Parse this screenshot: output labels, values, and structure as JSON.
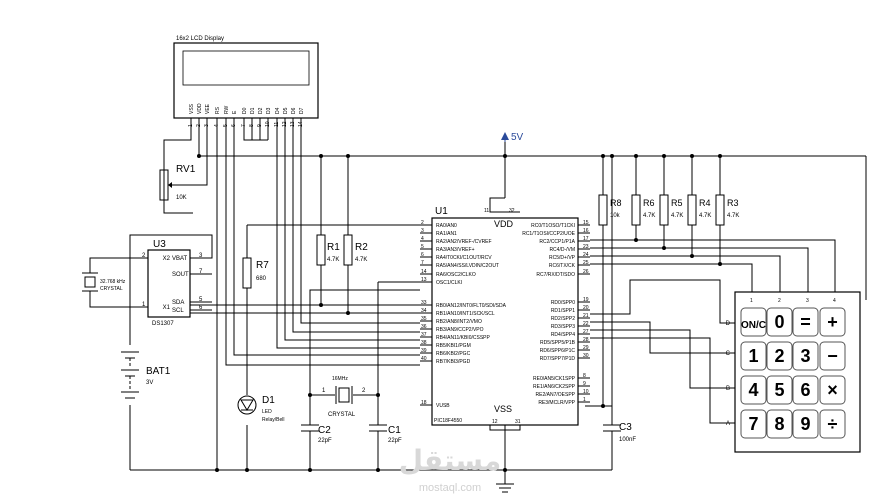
{
  "lcd": {
    "title": "16x2 LCD Display",
    "pins": [
      "VSS",
      "VDD",
      "VEE",
      "RS",
      "RW",
      "E",
      "D0",
      "D1",
      "D2",
      "D3",
      "D4",
      "D5",
      "D6",
      "D7"
    ],
    "pin_numbers": [
      "1",
      "2",
      "3",
      "4",
      "5",
      "6",
      "7",
      "8",
      "9",
      "10",
      "11",
      "12",
      "13",
      "14"
    ]
  },
  "power": {
    "label": "5V"
  },
  "rv1": {
    "ref": "RV1",
    "value": "10K"
  },
  "u3": {
    "ref": "U3",
    "part": "DS1307",
    "left_pins": [
      {
        "name": "X2",
        "num": "2"
      },
      {
        "name": "X1",
        "num": "1"
      }
    ],
    "right_pins": [
      {
        "name": "VBAT",
        "num": "3"
      },
      {
        "name": "SOUT",
        "num": "7"
      },
      {
        "name": "SDA",
        "num": "5"
      },
      {
        "name": "SCL",
        "num": "6"
      }
    ]
  },
  "rtc_crystal": {
    "freq": "32.768 kHz",
    "label": "CRYSTAL"
  },
  "bat1": {
    "ref": "BAT1",
    "value": "3V"
  },
  "r7": {
    "ref": "R7",
    "value": "680"
  },
  "r1": {
    "ref": "R1",
    "value": "4.7K"
  },
  "r2": {
    "ref": "R2",
    "value": "4.7K"
  },
  "d1": {
    "ref": "D1",
    "type": "LED",
    "note": "Relay/Bell"
  },
  "x1": {
    "freq": "16MHz",
    "label": "CRYSTAL",
    "pin1": "1",
    "pin2": "2"
  },
  "c1": {
    "ref": "C1",
    "value": "22pF"
  },
  "c2": {
    "ref": "C2",
    "value": "22pF"
  },
  "c3": {
    "ref": "C3",
    "value": "100nF"
  },
  "u1": {
    "ref": "U1",
    "part": "PIC18F4550",
    "vdd": "VDD",
    "vss": "VSS",
    "vdd_pins": [
      "11",
      "32"
    ],
    "vss_pins": [
      "12",
      "31"
    ],
    "left_pins": [
      {
        "name": "RA0/AN0",
        "num": "2"
      },
      {
        "name": "RA1/AN1",
        "num": "3"
      },
      {
        "name": "RA2/AN2/VREF-/CVREF",
        "num": "4"
      },
      {
        "name": "RA3/AN3/VREF+",
        "num": "5"
      },
      {
        "name": "RA4/T0CKI/C1OUT/RCV",
        "num": "6"
      },
      {
        "name": "RA5/AN4/SS/LVDIN/C2OUT",
        "num": "7"
      },
      {
        "name": "RA6/OSC2/CLKO",
        "num": "14"
      },
      {
        "name": "OSC1/CLKI",
        "num": "13"
      },
      {
        "name": "RB0/AN12/INT0/FLT0/SDI/SDA",
        "num": "33"
      },
      {
        "name": "RB1/AN10/INT1/SCK/SCL",
        "num": "34"
      },
      {
        "name": "RB2/AN8/INT2/VMO",
        "num": "35"
      },
      {
        "name": "RB3/AN9/CCP2/VPO",
        "num": "36"
      },
      {
        "name": "RB4/AN11/KBI0/CSSPP",
        "num": "37"
      },
      {
        "name": "RB5/KBI1/PGM",
        "num": "38"
      },
      {
        "name": "RB6/KBI2/PGC",
        "num": "39"
      },
      {
        "name": "RB7/KBI3/PGD",
        "num": "40"
      },
      {
        "name": "VUSB",
        "num": "18"
      }
    ],
    "right_pins": [
      {
        "name": "RC0/T1OSO/T1CKI",
        "num": "15"
      },
      {
        "name": "RC1/T1OSI/CCP2/UOE",
        "num": "16"
      },
      {
        "name": "RC2/CCP1/P1A",
        "num": "17"
      },
      {
        "name": "RC4/D-/VM",
        "num": "23"
      },
      {
        "name": "RC5/D+/VP",
        "num": "24"
      },
      {
        "name": "RC6/TX/CK",
        "num": "25"
      },
      {
        "name": "RC7/RX/DT/SDO",
        "num": "26"
      },
      {
        "name": "RD0/SPP0",
        "num": "19"
      },
      {
        "name": "RD1/SPP1",
        "num": "20"
      },
      {
        "name": "RD2/SPP2",
        "num": "21"
      },
      {
        "name": "RD3/SPP3",
        "num": "22"
      },
      {
        "name": "RD4/SPP4",
        "num": "27"
      },
      {
        "name": "RD5/SPP5/P1B",
        "num": "28"
      },
      {
        "name": "RD6/SPP6/P1C",
        "num": "29"
      },
      {
        "name": "RD7/SPP7/P1D",
        "num": "30"
      },
      {
        "name": "RE0/AN5/CK1SPP",
        "num": "8"
      },
      {
        "name": "RE1/AN6/CK2SPP",
        "num": "9"
      },
      {
        "name": "RE2/AN7/OESPP",
        "num": "10"
      },
      {
        "name": "RE3/MCLR/VPP",
        "num": "1"
      }
    ]
  },
  "pullups": [
    {
      "ref": "R8",
      "value": "10k"
    },
    {
      "ref": "R6",
      "value": "4.7K"
    },
    {
      "ref": "R5",
      "value": "4.7K"
    },
    {
      "ref": "R4",
      "value": "4.7K"
    },
    {
      "ref": "R3",
      "value": "4.7K"
    }
  ],
  "keypad": {
    "col_labels": [
      "1",
      "2",
      "3",
      "4"
    ],
    "row_labels": [
      "D",
      "C",
      "B",
      "A"
    ],
    "keys": [
      [
        "ON/C",
        "0",
        "=",
        "+"
      ],
      [
        "1",
        "2",
        "3",
        "−"
      ],
      [
        "4",
        "5",
        "6",
        "×"
      ],
      [
        "7",
        "8",
        "9",
        "÷"
      ]
    ]
  },
  "watermark": {
    "arabic": "مستقل",
    "latin": "mostaql.com"
  }
}
